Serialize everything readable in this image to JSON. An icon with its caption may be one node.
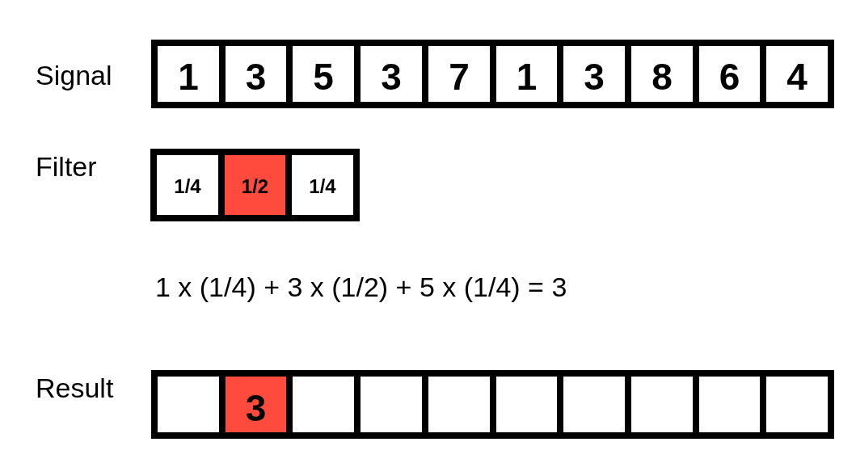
{
  "diagram": {
    "nodes": [
      {
        "text": [
          "1"
        ]
      },
      {
        "text": [
          "3"
        ]
      },
      {
        "text": [
          "5"
        ]
      },
      {
        "text": [
          "3"
        ]
      },
      {
        "text": [
          "7"
        ]
      },
      {
        "text": [
          "1"
        ]
      },
      {
        "text": [
          "3"
        ]
      },
      {
        "text": [
          "8"
        ]
      },
      {
        "text": [
          "6"
        ]
      },
      {
        "text": [
          "4"
        ]
      },
      {
        "text": [
          "1/4"
        ]
      },
      {
        "text": [
          "1/2"
        ]
      },
      {
        "text": [
          "1/4"
        ]
      },
      {
        "text": [],
        "shape": "box"
      },
      {
        "text": [
          "3"
        ]
      },
      {
        "text": [],
        "shape": "box"
      },
      {
        "text": [],
        "shape": "box"
      },
      {
        "text": [],
        "shape": "box"
      },
      {
        "text": [],
        "shape": "box"
      },
      {
        "text": [],
        "shape": "box"
      },
      {
        "text": [],
        "shape": "box"
      },
      {
        "text": [],
        "shape": "box"
      },
      {
        "text": [],
        "shape": "box"
      }
    ],
    "labels": [
      "Signal",
      "Filter",
      "1 x (1/4) + 3 x (1/2) + 5 x (1/4) = 3",
      "Result"
    ]
  }
}
